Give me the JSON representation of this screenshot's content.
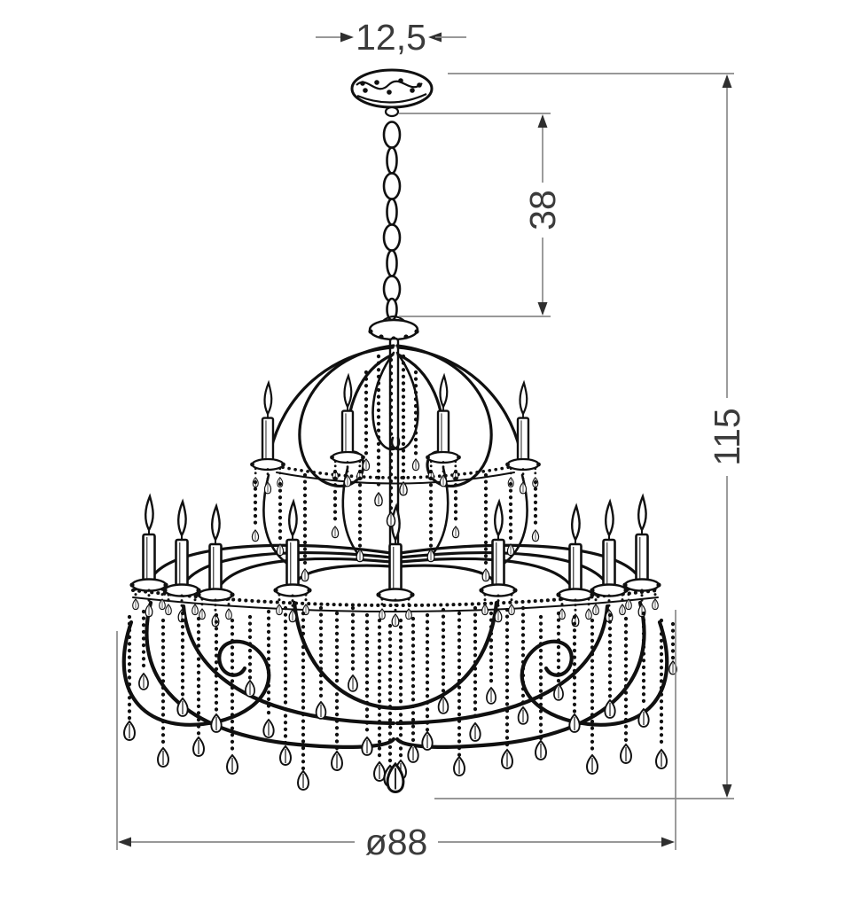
{
  "page": {
    "background": "#ffffff"
  },
  "drawing": {
    "subject": "Two-tier crystal chandelier with candle-style lights, scroll arms and teardrop crystal pendants, drawn as black line art",
    "style": "technical dimension diagram",
    "colors": {
      "artwork": "#101010",
      "dimension_lines": "#8a8a8a",
      "arrowheads": "#2f2f2f",
      "label_text": "#3b3b3b",
      "background": "#ffffff"
    }
  },
  "dimensions": {
    "canopy_width": {
      "label": "12,5",
      "orientation": "horizontal"
    },
    "chain_length": {
      "label": "38",
      "orientation": "vertical"
    },
    "total_height": {
      "label": "115",
      "orientation": "vertical"
    },
    "diameter": {
      "label": "ø88",
      "orientation": "horizontal"
    }
  }
}
